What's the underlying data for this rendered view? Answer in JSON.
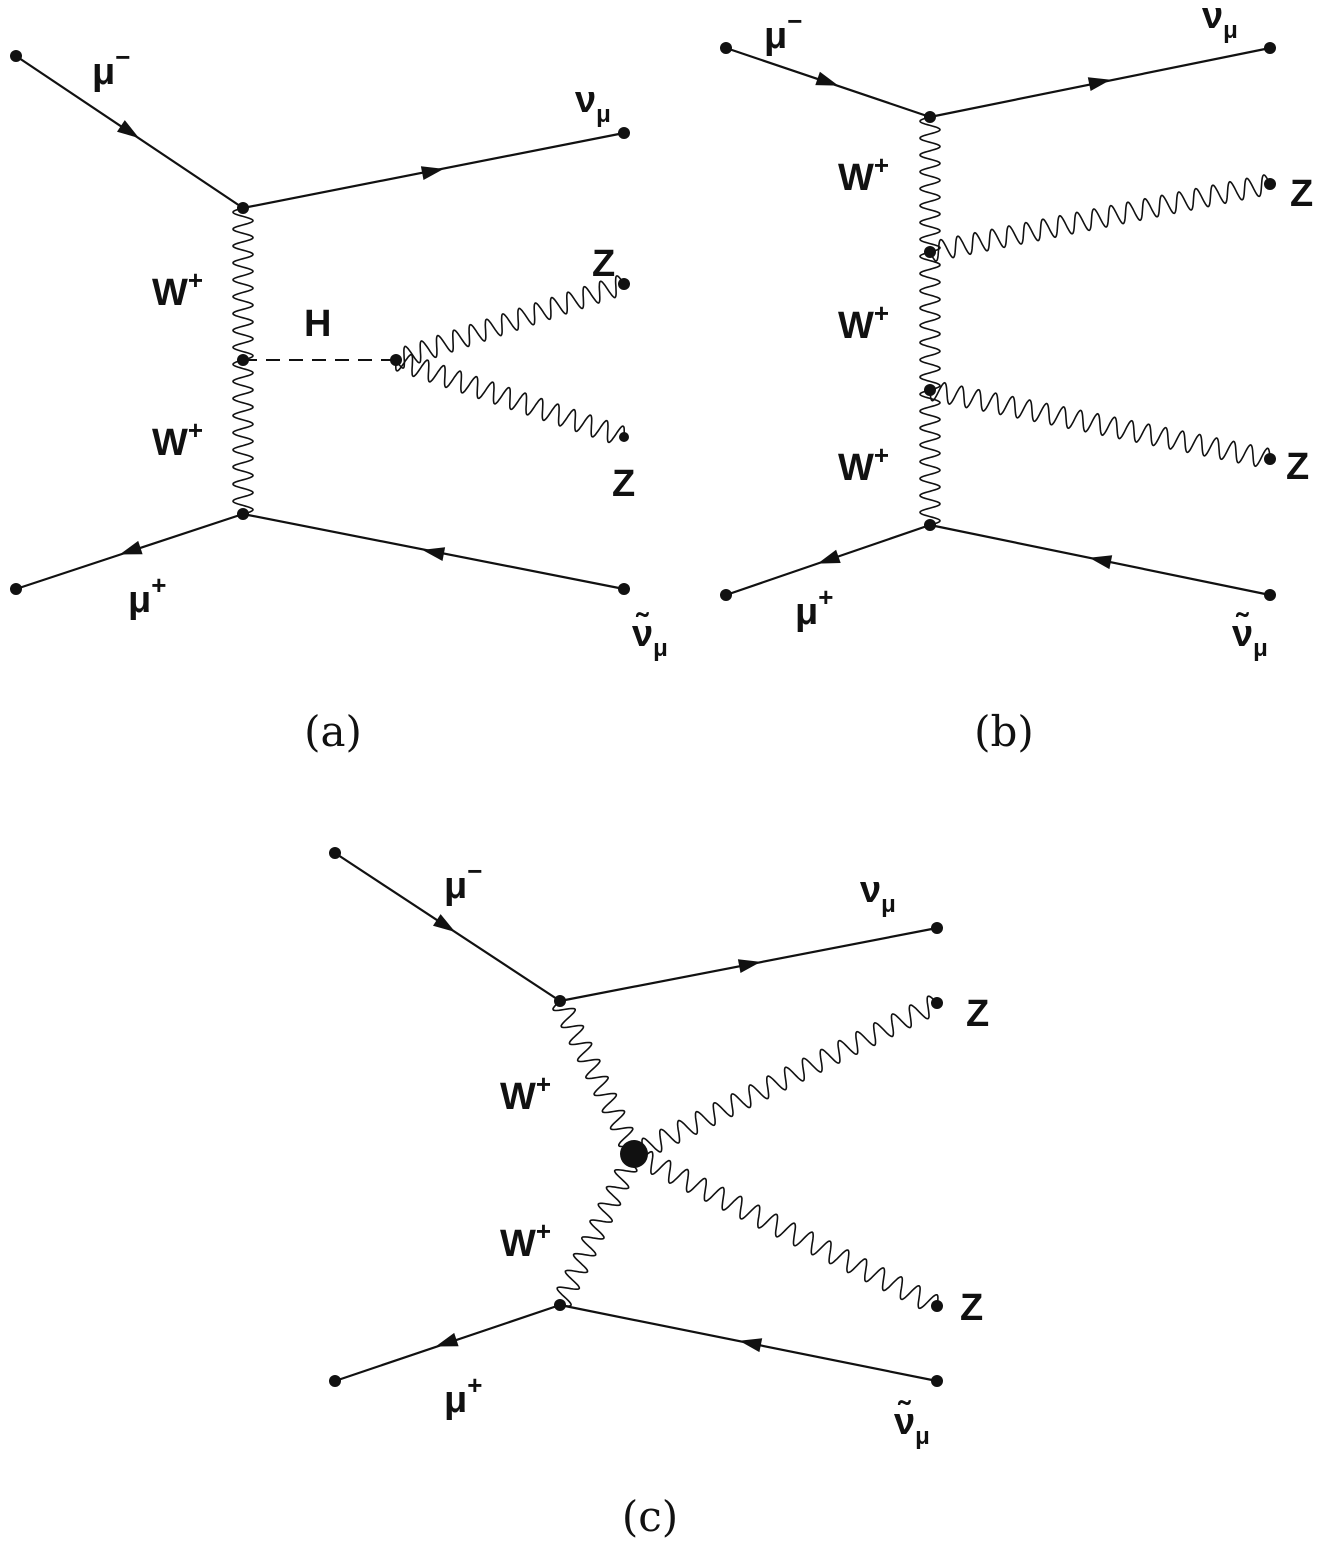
{
  "particles": {
    "mu": "μ",
    "minus": "−",
    "plus": "+",
    "nu": "ν",
    "nu_tilde": "ν̃",
    "mu_sub": "μ",
    "W": "W",
    "Z": "Z",
    "H": "H"
  },
  "captions": {
    "a": "(a)",
    "b": "(b)",
    "c": "(c)"
  },
  "colors": {
    "ink": "#111111",
    "background": "#ffffff"
  }
}
